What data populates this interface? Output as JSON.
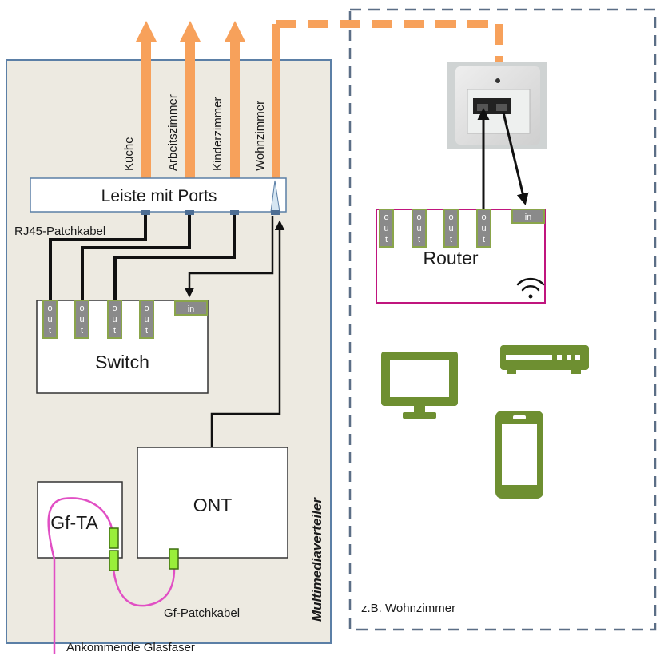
{
  "enclosure": {
    "label": "Multimediaverteiler"
  },
  "room": {
    "label": "z.B. Wohnzimmer"
  },
  "rooms": [
    "Küche",
    "Arbeitszimmer",
    "Kinderzimmer",
    "Wohnzimmer"
  ],
  "patch_panel": {
    "label": "Leiste mit Ports",
    "cable_label": "RJ45-Patchkabel"
  },
  "switch": {
    "label": "Switch",
    "ports_out": [
      "o\nu\nt",
      "o\nu\nt",
      "o\nu\nt",
      "o\nu\nt"
    ],
    "port_in": "in"
  },
  "router": {
    "label": "Router",
    "port_in": "in",
    "wifi_icon": "wifi-icon"
  },
  "port_text": {
    "o": "o",
    "u": "u",
    "t": "t"
  },
  "ont": {
    "label": "ONT"
  },
  "gfta": {
    "label": "Gf-TA"
  },
  "fiber": {
    "patch_label": "Gf-Patchkabel",
    "incoming_label": "Ankommende Glasfaser"
  },
  "devices": [
    "monitor-icon",
    "set-top-box-icon",
    "smartphone-icon"
  ],
  "colors": {
    "arrow_orange": "#f7a15b",
    "enclosure_bg": "#edeae1",
    "enclosure_border": "#5b7fa6",
    "router_border": "#c0157e",
    "port_green": "#8aa54a",
    "fiber_pink": "#e14fc4",
    "connector_green": "#99ee3a",
    "device_green": "#6e8f31"
  }
}
